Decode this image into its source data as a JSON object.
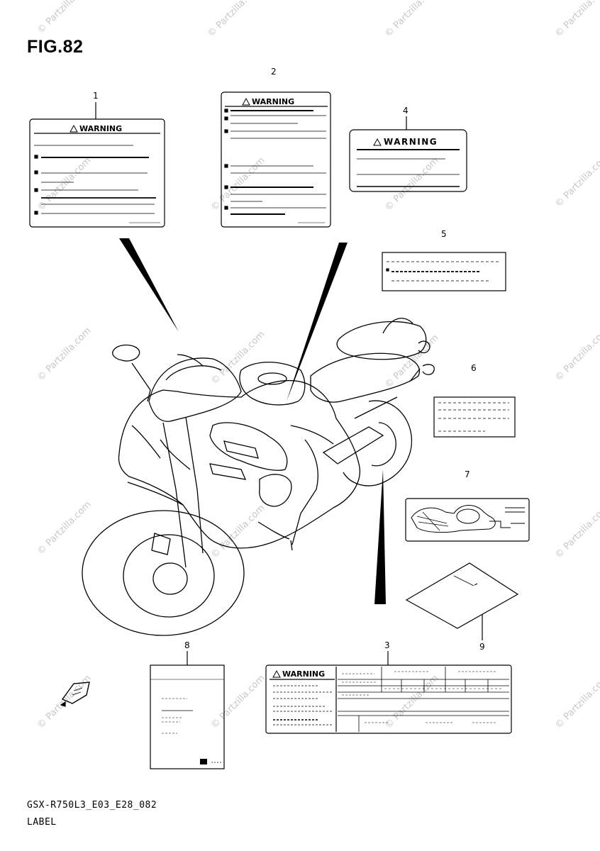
{
  "figure": {
    "title": "FIG.82",
    "code": "GSX-R750L3_E03_E28_082",
    "label": "LABEL"
  },
  "callouts": [
    "1",
    "2",
    "3",
    "4",
    "5",
    "6",
    "7",
    "8",
    "9"
  ],
  "labels": {
    "warning_text": "WARNING"
  },
  "watermark": "© Partzilla.com",
  "colors": {
    "line": "#000000",
    "watermark": "#c8c8c8",
    "background": "#ffffff"
  }
}
